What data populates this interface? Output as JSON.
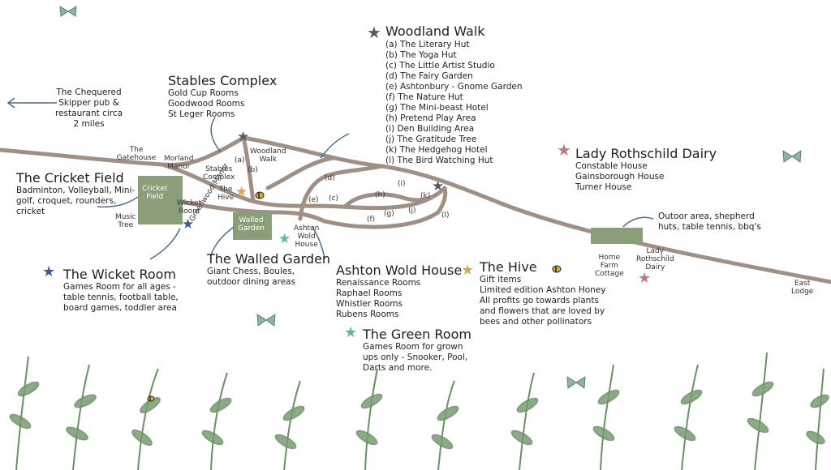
{
  "colors": {
    "road": "#a08f85",
    "building": "#8b9e7a",
    "star_dark": "#555b66",
    "star_gold": "#d4a956",
    "star_teal": "#5fb5a2",
    "star_pink": "#c07880",
    "arrow": "#4d6d8a",
    "leaf": "#6b8f66"
  },
  "icons": {
    "star": "★",
    "butterfly": "butterfly-icon",
    "bee": "bee-icon",
    "arrow": "arrow-icon"
  },
  "woodland_walk": {
    "title": "Woodland Walk",
    "items": [
      "(a) The Literary Hut",
      "(b) The Yoga Hut",
      "(c) The Little Artist Studio",
      "(d) The Fairy Garden",
      "(e) Ashtonbury - Gnome Garden",
      "(f) The Nature Hut",
      "(g) The Mini-beast Hotel",
      "(h) Pretend Play Area",
      "(i) Den Building Area",
      "(j) The Gratitude Tree",
      "(k) The Hedgehog Hotel",
      "(l) The Bird Watching Hut"
    ]
  },
  "stables_complex": {
    "title": "Stables Complex",
    "items": [
      "Gold Cup Rooms",
      "Goodwood Rooms",
      "St Leger Rooms"
    ]
  },
  "chequered": {
    "lines": [
      "The Chequered",
      "Skipper pub &",
      "restaurant circa",
      "2 miles"
    ]
  },
  "cricket_field": {
    "title": "The Cricket Field",
    "items": [
      "Badminton, Volleyball, Mini-",
      "golf, croquet, rounders,",
      "cricket"
    ]
  },
  "wicket_room": {
    "title": "The Wicket Room",
    "items": [
      "Games Room for all ages -",
      "table tennis, football table,",
      "board games, toddler area"
    ]
  },
  "walled_garden": {
    "title": "The Walled Garden",
    "items": [
      "Giant Chess, Boules,",
      "outdoor dining areas"
    ]
  },
  "ashton_wold_house": {
    "title": "Ashton Wold House",
    "items": [
      "Renaissance Rooms",
      "Raphael Rooms",
      "Whistler Rooms",
      "Rubens Rooms"
    ]
  },
  "the_hive": {
    "title": "The Hive",
    "items": [
      "Gift items",
      "Limited edition Ashton Honey",
      "All profits go towards plants",
      "and flowers that are loved by",
      "bees and other pollinators"
    ]
  },
  "green_room": {
    "title": "The Green Room",
    "items": [
      "Games Room for grown",
      "ups only - Snooker, Pool,",
      "Darts and more."
    ]
  },
  "lady_rothschild_dairy": {
    "title": "Lady Rothschild Dairy",
    "items": [
      "Constable House",
      "Gainsborough House",
      "Turner House"
    ]
  },
  "outdoor_area": {
    "lines": [
      "Outoor area, shepherd",
      "huts, table tennis, bbq's"
    ]
  },
  "map_labels": {
    "gatehouse": "The Gatehouse",
    "morland": [
      "Morland",
      "Manor"
    ],
    "stables": [
      "Stables",
      "Complex"
    ],
    "woodland": [
      "Woodland",
      "Walk"
    ],
    "cricket_field": [
      "Cricket",
      "Field"
    ],
    "wicket_room": [
      "Wicket",
      "Room"
    ],
    "music_tree": [
      "Music",
      "Tree"
    ],
    "the_hive": [
      "The",
      "Hive"
    ],
    "greenwood_manor": "Greenwood Manor",
    "walled_garden": [
      "Walled",
      "Garden"
    ],
    "ashton_wold": [
      "Ashton",
      "Wold",
      "House"
    ],
    "home_farm": [
      "Home",
      "Farm",
      "Cottage"
    ],
    "lady_dairy": [
      "Lady",
      "Rothschild",
      "Dairy"
    ],
    "east_lodge": [
      "East",
      "Lodge"
    ],
    "a": "(a)",
    "b": "(b)",
    "c": "(c)",
    "d": "(d)",
    "e": "(e)",
    "f": "(f)",
    "g": "(g)",
    "h": "(h)",
    "i": "(i)",
    "j": "(j)",
    "k": "(k)",
    "l": "(l)"
  }
}
